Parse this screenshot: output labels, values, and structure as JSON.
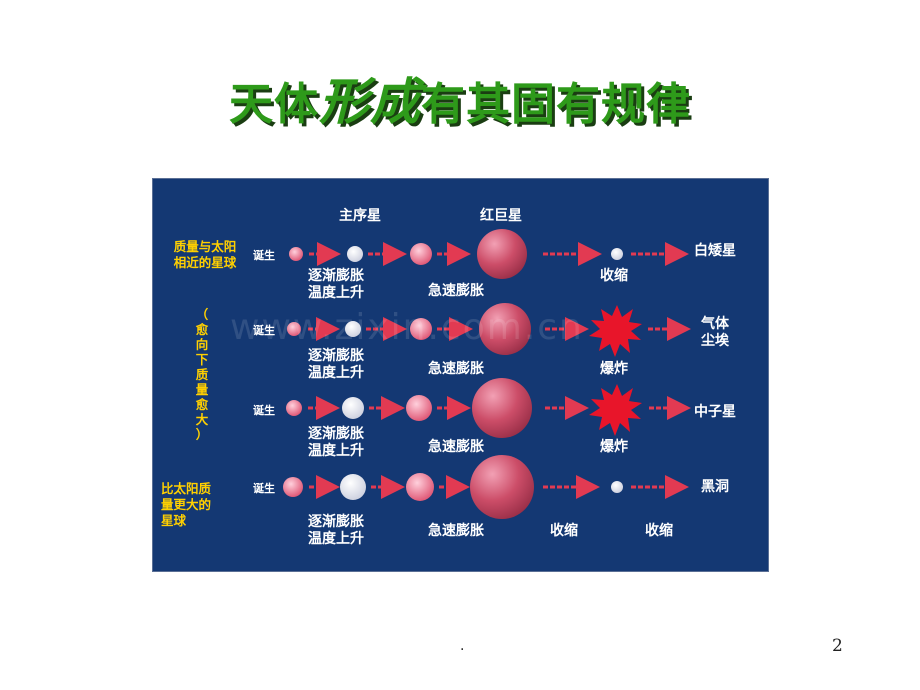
{
  "title": {
    "part1": "天体",
    "emphasis": "形成",
    "part2": "有其固有规律"
  },
  "watermark": "www.zixin.com.cn",
  "header_labels": {
    "main_sequence": "主序星",
    "red_giant": "红巨星"
  },
  "side_labels": {
    "similar_mass": "质量与太阳\n相近的星球",
    "trend": "（\n愈\n向\n下\n质\n量\n愈\n大\n）",
    "larger_mass": "比太阳质\n量更大的\n星球"
  },
  "rows": [
    {
      "birth": "诞生",
      "stage1": "逐渐膨胀\n温度上升",
      "stage2": "急速膨胀",
      "stage3": "收缩",
      "stage4": "",
      "result": "白矮星"
    },
    {
      "birth": "诞生",
      "stage1": "逐渐膨胀\n温度上升",
      "stage2": "急速膨胀",
      "stage3": "爆炸",
      "stage4": "",
      "result": "气体\n尘埃"
    },
    {
      "birth": "诞生",
      "stage1": "逐渐膨胀\n温度上升",
      "stage2": "急速膨胀",
      "stage3": "爆炸",
      "stage4": "",
      "result": "中子星"
    },
    {
      "birth": "诞生",
      "stage1": "逐渐膨胀\n温度上升",
      "stage2": "急速膨胀",
      "stage3": "收缩",
      "stage4": "收缩",
      "result": "黑洞"
    }
  ],
  "colors": {
    "title": "#2e9a1a",
    "panel": "#143873",
    "arrow": "#e23a52",
    "star_pink": "#e8708a",
    "star_white": "#f4f4f8",
    "giant": "#c0445e",
    "explosion": "#e8152a",
    "yellow_label": "#ffd000"
  },
  "footer": {
    "dot": ".",
    "page": "2"
  }
}
